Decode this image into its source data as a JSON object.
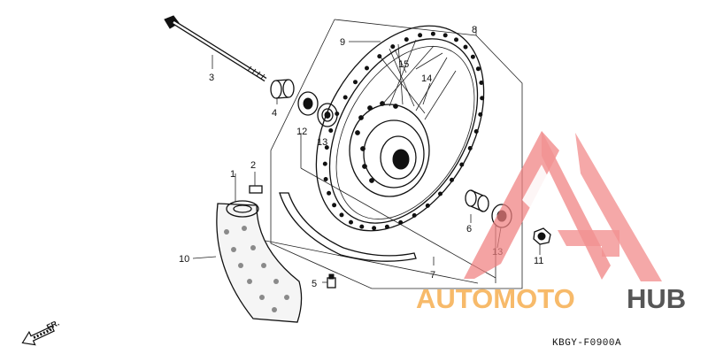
{
  "diagram": {
    "code": "KBGY-F0900A",
    "direction_label": "FR.",
    "callouts": {
      "c1": "1",
      "c2": "2",
      "c3": "3",
      "c4": "4",
      "c5": "5",
      "c6": "6",
      "c7": "7",
      "c8": "8",
      "c9": "9",
      "c10": "10",
      "c11": "11",
      "c12": "12",
      "c13a": "13",
      "c13b": "13",
      "c14": "14",
      "c15": "15"
    }
  },
  "watermark": {
    "brand_prefix": "AUTOMOTO",
    "brand_suffix": "HUB",
    "prefix_color": "#f6b35a",
    "suffix_color": "#444444",
    "logo_color": "#f08080"
  }
}
